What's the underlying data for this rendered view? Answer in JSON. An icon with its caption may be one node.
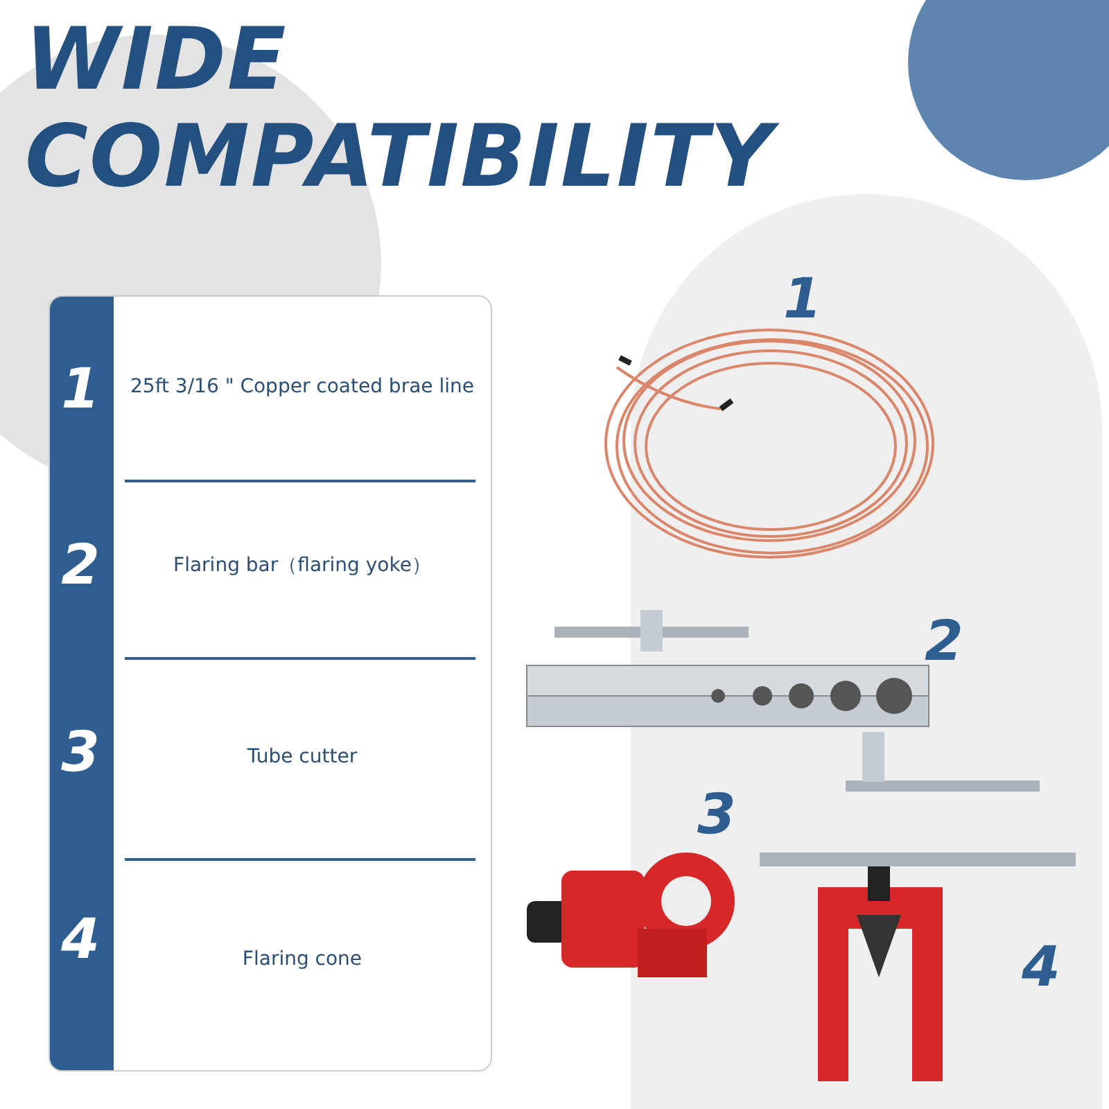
{
  "diagram": {
    "title": "WIDE COMPATIBILITY",
    "labels": [
      "1",
      "25ft 3/16 \" Copper coated brae line",
      "2",
      "Flaring bar（flaring yoke）",
      "3",
      "Tube cutter",
      "4",
      "Flaring cone",
      "1",
      "2",
      "3",
      "4"
    ]
  }
}
